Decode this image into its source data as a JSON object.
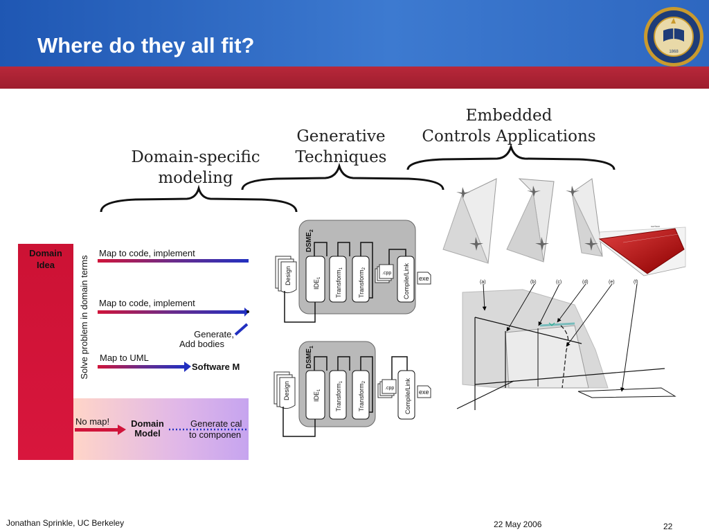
{
  "slide": {
    "title": "Where do they all fit?",
    "page_number": "22",
    "footer_author": "Jonathan Sprinkle, UC Berkeley",
    "footer_date": "22 May 2006"
  },
  "braces": {
    "domain_specific": "Domain-specific modeling",
    "domain_specific_line1": "Domain-specific",
    "domain_specific_line2": "modeling",
    "generative_line1": "Generative",
    "generative_line2": "Techniques",
    "embedded_line1": "Embedded",
    "embedded_line2": "Controls Applications"
  },
  "left_diagram": {
    "domain_idea_line1": "Domain",
    "domain_idea_line2": "Idea",
    "vertical_label": "Solve problem in domain terms",
    "row1": "Map to code, implement",
    "row2": "Map to code, implement",
    "row3a": "Generate,",
    "row3b": "Add bodies",
    "row4": "Map to UML",
    "software_model": "Software M",
    "no_map": "No map!",
    "domain_model_line1": "Domain",
    "domain_model_line2": "Model",
    "generate_line1": "Generate cal",
    "generate_line2": "to componen"
  },
  "dsme": {
    "dsme2": "DSME",
    "dsme2_sub": "2",
    "dsme1": "DSME",
    "dsme1_sub": "1",
    "design": "Design",
    "ide": "IDE",
    "ide_sub": "1",
    "transform1": "Transform",
    "transform1_sub": "1",
    "transform2": "Transform",
    "transform2_sub": "2",
    "cpp": ".cpp",
    "compile": "Compile/Link",
    "exe": "exe"
  },
  "right_figure": {
    "labels": [
      "(a)",
      "(b)",
      "(c)",
      "(d)",
      "(e)",
      "(f)"
    ]
  },
  "colors": {
    "header_blue": "#2a62c0",
    "header_red": "#a8203a",
    "domain_red": "#d0143a",
    "dsme_gray": "#b9b9b9"
  }
}
